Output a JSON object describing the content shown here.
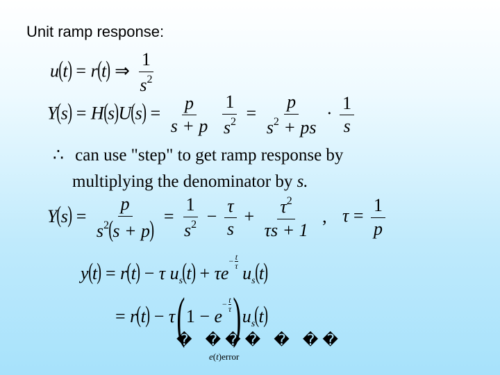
{
  "title": "Unit ramp response:",
  "line1": {
    "lhs_fn": "u",
    "lhs_arg": "t",
    "eq": "=",
    "rhs_fn": "r",
    "rhs_arg": "t",
    "arrow": "⇒",
    "num": "1",
    "den": "s",
    "den_exp": "2"
  },
  "line2": {
    "Y": "Y",
    "s": "s",
    "H": "H",
    "U": "U",
    "eq": "=",
    "f1_num": "p",
    "f1_den": "s + p",
    "f2_num": "1",
    "f2_den": "s",
    "f2_den_exp": "2",
    "f3_num": "p",
    "f3_den_a": "s",
    "f3_den_exp": "2",
    "f3_den_b": "+ ps",
    "dot": "·",
    "f4_num": "1",
    "f4_den": "s"
  },
  "therefore": "∴",
  "text_line1": "can use \"step\" to get ramp response by",
  "text_line2": "multiplying the denominator by",
  "text_line2_var": "s.",
  "line3": {
    "Y": "Y",
    "s": "s",
    "eq": "=",
    "f1_num": "p",
    "f1_den": "s",
    "f1_den_exp": "2",
    "f1_den_inner": "s + p",
    "f2_num": "1",
    "f2_den": "s",
    "f2_den_exp": "2",
    "minus": "−",
    "f3_num": "τ",
    "f3_den": "s",
    "plus": "+",
    "f4_num": "τ",
    "f4_num_exp": "2",
    "f4_den": "τs + 1",
    "comma": ",",
    "tau": "τ",
    "tau_eq": "=",
    "tau_num": "1",
    "tau_den": "p"
  },
  "line4": {
    "y": "y",
    "t": "t",
    "eq": "=",
    "r": "r",
    "minus": "−",
    "tau": "τ",
    "u": "u",
    "sub_s": "s",
    "plus": "+",
    "te": "τe",
    "exp_num": "t",
    "exp_den": "τ",
    "exp_sign": "−"
  },
  "line5": {
    "eq": "=",
    "r": "r",
    "t": "t",
    "minus": "−",
    "tau": "τ",
    "one": "1",
    "minus2": "−",
    "e": "e",
    "exp_sign": "−",
    "exp_num": "t",
    "exp_den": "τ",
    "u": "u",
    "sub_s": "s"
  },
  "underline_glyphs": "� ��� � ��",
  "error_label": {
    "e": "e",
    "t": "t",
    "word": "error"
  }
}
